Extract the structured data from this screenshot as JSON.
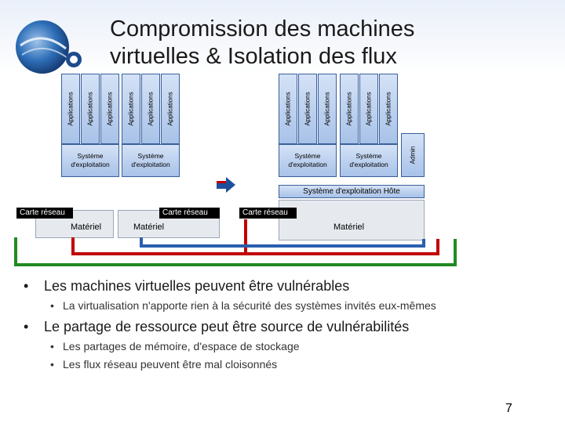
{
  "title_line1": "Compromission des machines",
  "title_line2": "virtuelles & Isolation des flux",
  "app_label": "Applications",
  "os_label": "Système\nd'exploitation",
  "admin_label": "Admin",
  "host_os_label": "Système d'exploitation Hôte",
  "nic_label": "Carte réseau",
  "hardware_label": "Matériel",
  "bullets": [
    "Les machines virtuelles peuvent être vulnérables",
    "La virtualisation n'apporte rien à la sécurité des systèmes invités eux-mêmes",
    "Le partage de ressource peut être source de vulnérabilités",
    "Les partages de mémoire, d'espace de stockage",
    "Les flux réseau peuvent être mal cloisonnés"
  ],
  "page_number": "7",
  "colors": {
    "network_green": "#228b22",
    "network_red": "#c00000",
    "network_blue": "#2a5fb0",
    "arrow": "#1f4e9c"
  }
}
